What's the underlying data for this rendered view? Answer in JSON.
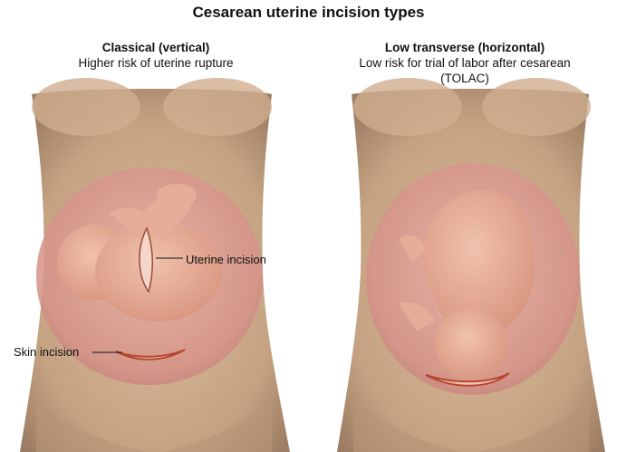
{
  "title": "Cesarean uterine incision types",
  "panels": [
    {
      "heading": "Classical (vertical)",
      "subtitle": "Higher risk of uterine rupture",
      "labels": {
        "uterine": "Uterine incision",
        "skin": "Skin incision"
      }
    },
    {
      "heading": "Low transverse (horizontal)",
      "subtitle_line1": "Low risk for trial of labor after cesarean",
      "subtitle_line2": "(TOLAC)"
    }
  ],
  "colors": {
    "skin": "#c9a888",
    "skin_shadow": "#9e7f66",
    "uterus": "#d9958d",
    "fetus": "#e2a58f",
    "incision": "#b8462f"
  }
}
